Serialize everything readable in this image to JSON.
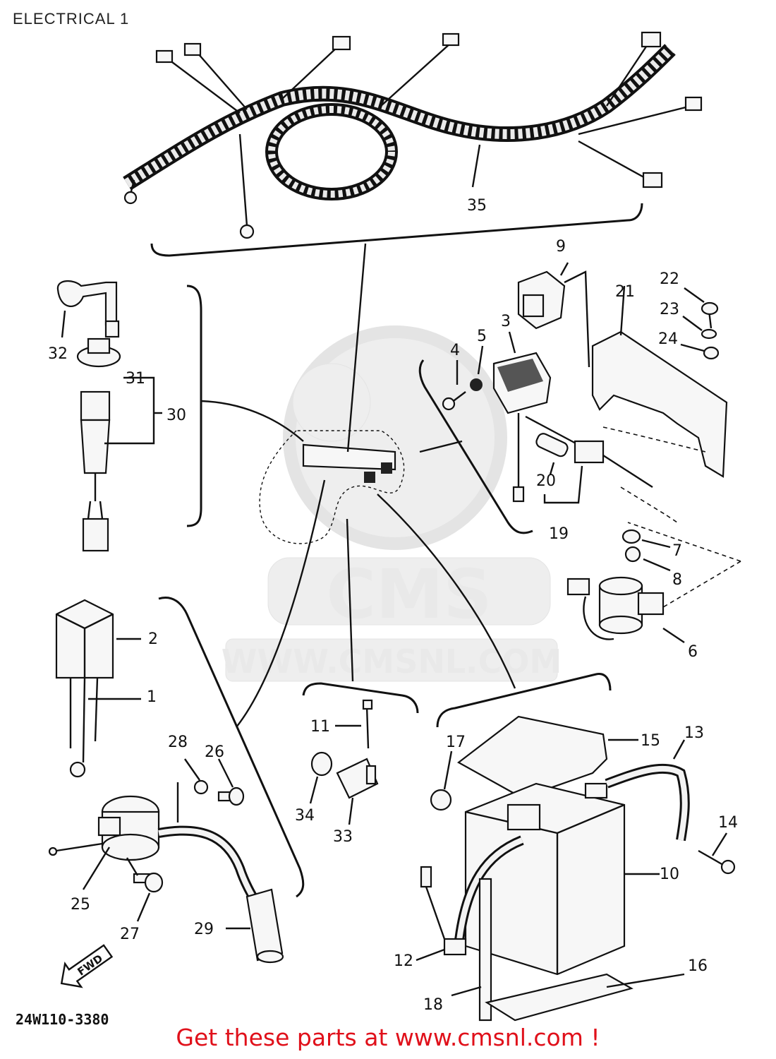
{
  "title": "ELECTRICAL 1",
  "drawing_code": "24W110-3380",
  "call_to_action": "Get these parts at www.cmsnl.com !",
  "watermark": {
    "brand": "CMS",
    "url": "WWW.CMSNL.COM"
  },
  "fwd_label": "FWD",
  "callouts": {
    "c1": "1",
    "c2": "2",
    "c3": "3",
    "c4": "4",
    "c5": "5",
    "c6": "6",
    "c7": "7",
    "c8": "8",
    "c9": "9",
    "c10": "10",
    "c11": "11",
    "c12": "12",
    "c13": "13",
    "c14": "14",
    "c15": "15",
    "c16": "16",
    "c17": "17",
    "c18": "18",
    "c19": "19",
    "c20": "20",
    "c21": "21",
    "c22": "22",
    "c23": "23",
    "c24": "24",
    "c25": "25",
    "c26": "26",
    "c27": "27",
    "c28": "28",
    "c29": "29",
    "c30": "30",
    "c31": "31",
    "c32": "32",
    "c33": "33",
    "c34": "34",
    "c35": "35"
  },
  "colors": {
    "call_to_action": "#e0101a",
    "watermark": "#e6e6e6",
    "ink": "#111111"
  }
}
